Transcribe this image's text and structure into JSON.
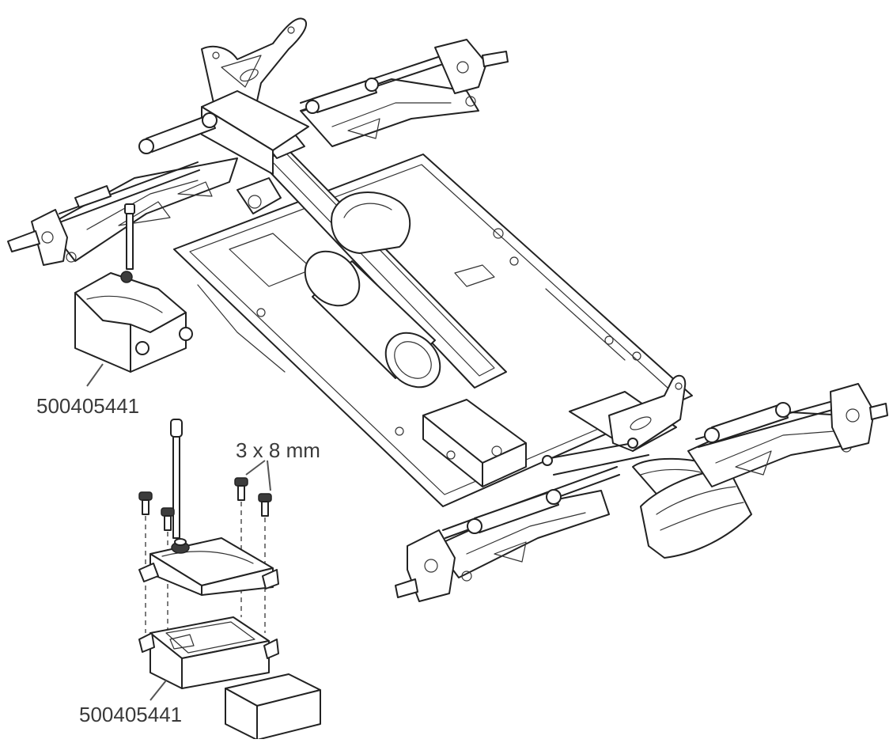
{
  "labels": {
    "receiver_box_part_top": "500405441",
    "receiver_box_part_bottom": "500405441",
    "screw_size": "3 x 8 mm"
  },
  "colors": {
    "line": "#222222",
    "label_text": "#3a3a3a",
    "background": "#ffffff"
  }
}
